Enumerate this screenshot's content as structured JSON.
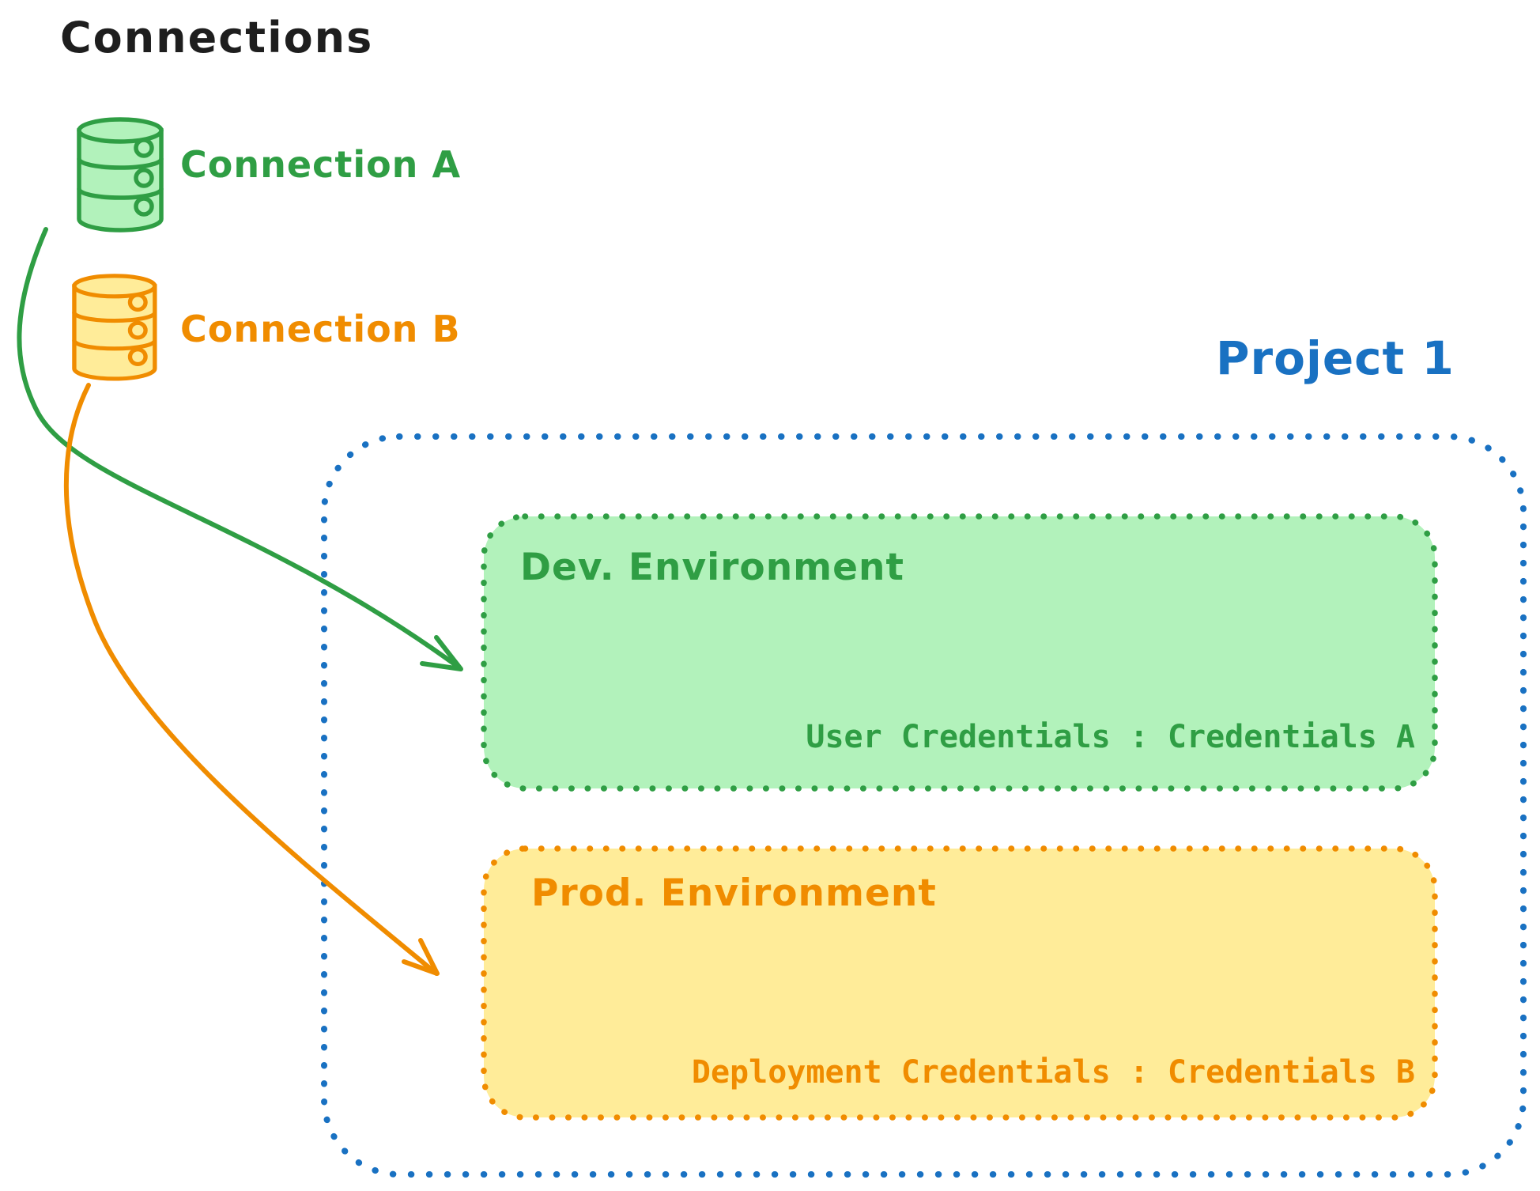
{
  "colors": {
    "ink": "#1e1e1e",
    "green": "#2f9e44",
    "green_fill": "#b2f2bb",
    "orange": "#f08c00",
    "orange_fill": "#ffec99",
    "blue": "#1971c2"
  },
  "header": {
    "title": "Connections"
  },
  "connections": {
    "a": {
      "label": "Connection A",
      "icon": "database-icon",
      "color": "#2f9e44"
    },
    "b": {
      "label": "Connection B",
      "icon": "database-icon",
      "color": "#f08c00"
    }
  },
  "project": {
    "title": "Project 1",
    "environments": {
      "dev": {
        "title": "Dev. Environment",
        "credentials_label": "User Credentials : Credentials A"
      },
      "prod": {
        "title": "Prod. Environment",
        "credentials_label": "Deployment Credentials : Credentials B"
      }
    }
  }
}
